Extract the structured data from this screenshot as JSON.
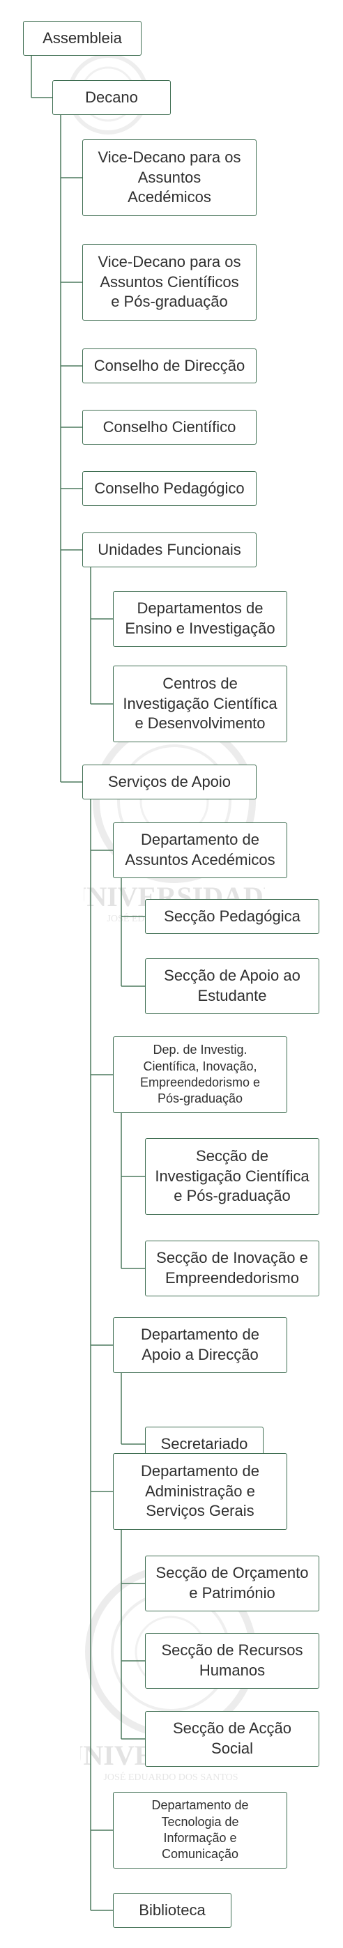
{
  "org_chart": {
    "nodes": [
      {
        "id": "assembleia",
        "label": "Assembleia"
      },
      {
        "id": "decano",
        "label": "Decano"
      },
      {
        "id": "vd-academicos",
        "label": "Vice-Decano para os\nAssuntos\nAcedémicos"
      },
      {
        "id": "vd-cientificos",
        "label": "Vice-Decano para os\nAssuntos Científicos\ne Pós-graduação"
      },
      {
        "id": "conselho-direccao",
        "label": "Conselho de Direcção"
      },
      {
        "id": "conselho-cientifico",
        "label": "Conselho Científico"
      },
      {
        "id": "conselho-pedagogico",
        "label": "Conselho Pedagógico"
      },
      {
        "id": "unidades-funcionais",
        "label": "Unidades Funcionais"
      },
      {
        "id": "departamentos-ensino",
        "label": "Departamentos de\nEnsino e Investigação"
      },
      {
        "id": "centros-investigacao",
        "label": "Centros de\nInvestigação Científica\ne Desenvolvimento"
      },
      {
        "id": "servicos-apoio",
        "label": "Serviços de Apoio"
      },
      {
        "id": "dep-assuntos-academicos",
        "label": "Departamento de\nAssuntos Acedémicos"
      },
      {
        "id": "seccao-pedagogica",
        "label": "Secção Pedagógica"
      },
      {
        "id": "seccao-apoio-estudante",
        "label": "Secção de Apoio ao\nEstudante"
      },
      {
        "id": "dep-investig",
        "label": "Dep. de Investig.\nCientífica, Inovação,\nEmpreendedorismo e\nPós-graduação"
      },
      {
        "id": "seccao-investigacao",
        "label": "Secção de\nInvestigação Científica\ne Pós-graduação"
      },
      {
        "id": "seccao-inovacao",
        "label": "Secção de Inovação e\nEmpreendedorismo"
      },
      {
        "id": "dep-apoio-direccao",
        "label": "Departamento de\nApoio a Direcção"
      },
      {
        "id": "secretariado",
        "label": "Secretariado"
      },
      {
        "id": "dep-administracao",
        "label": "Departamento de\nAdministração e\nServiços Gerais"
      },
      {
        "id": "seccao-orcamento",
        "label": "Secção de Orçamento\ne Património"
      },
      {
        "id": "seccao-recursos-humanos",
        "label": "Secção de Recursos\nHumanos"
      },
      {
        "id": "seccao-accao-social",
        "label": "Secção de Acção\nSocial"
      },
      {
        "id": "dep-tic",
        "label": "Departamento de\nTecnologia de\nInformação e\nComunicação"
      },
      {
        "id": "biblioteca",
        "label": "Biblioteca"
      }
    ]
  },
  "watermark": {
    "title": "UNIVERSIDADE",
    "subtitle": "JOSÉ EDUARDO DOS SANTOS"
  },
  "colors": {
    "border": "#3f6e52",
    "connector": "#4d7a5e",
    "background": "#ffffff"
  }
}
